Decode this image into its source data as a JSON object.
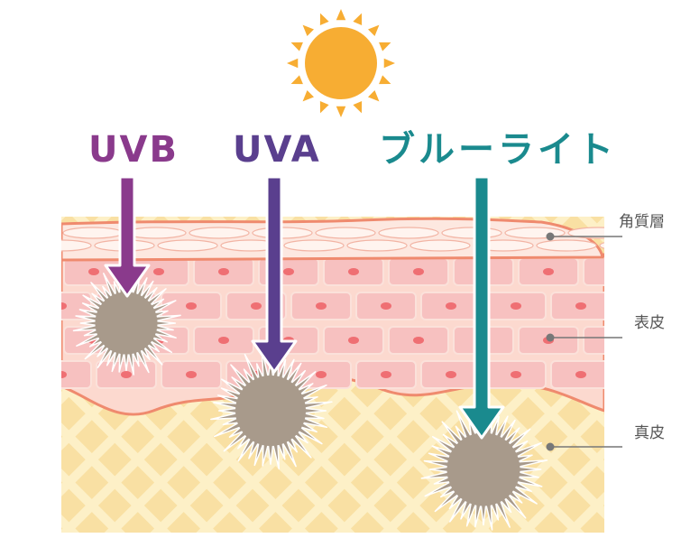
{
  "rays": [
    {
      "label": "UVB",
      "color": "#8a3a8c",
      "depth": "epidermis-shallow"
    },
    {
      "label": "UVA",
      "color": "#5a3f8e",
      "depth": "dermis-upper"
    },
    {
      "label": "ブルーライト",
      "color": "#1a8a8e",
      "depth": "dermis-deep"
    }
  ],
  "layers": [
    {
      "label": "角質層"
    },
    {
      "label": "表皮"
    },
    {
      "label": "真皮"
    }
  ],
  "colors": {
    "sun": "#f7ad33",
    "stratum_corneum": "#fbe4dc",
    "epidermis": "#fcd9cf",
    "cell": "#f7c1c0",
    "nucleus": "#ef6f73",
    "dermis": "#fbe6a6",
    "outline": "#ef8a6e",
    "damage": "#a89a8b",
    "leader": "#777777"
  },
  "icons": [
    "sun-icon",
    "damage-burst-icon"
  ]
}
